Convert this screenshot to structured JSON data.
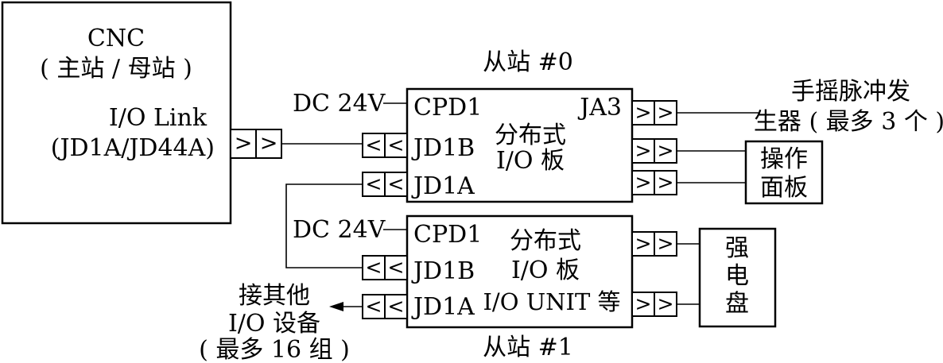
{
  "cnc": {
    "title": "CNC",
    "role": "( 主站 / 母站 )",
    "port_label": "I/O Link",
    "port_model": "(JD1A/JD44A)"
  },
  "slave0": {
    "title": "从站 #0",
    "power": "DC 24V",
    "pin_cpd1": "CPD1",
    "pin_jd1b": "JD1B",
    "pin_jd1a": "JD1A",
    "pin_ja3": "JA3",
    "board_line1": "分布式",
    "board_line2": "I/O 板"
  },
  "slave1": {
    "title": "从站 #1",
    "power": "DC 24V",
    "pin_cpd1": "CPD1",
    "pin_jd1b": "JD1B",
    "pin_jd1a": "JD1A",
    "board_line1": "分布式",
    "board_line2": "I/O 板",
    "board_line3": "I/O UNIT 等"
  },
  "mpg": {
    "line1": "手摇脉冲发",
    "line2": "生器 ( 最多 3 个 )"
  },
  "operator_panel": {
    "line1": "操作",
    "line2": "面板"
  },
  "power_cabinet": {
    "line1": "强",
    "line2": "电",
    "line3": "盘"
  },
  "other_io": {
    "line1": "接其他",
    "line2": "I/O 设备",
    "line3": "( 最多 16 组 )"
  },
  "connectors": {
    "out_symbol": "> >",
    "in_symbol": "< <"
  },
  "colors": {
    "stroke": "#000000",
    "background": "#ffffff"
  }
}
